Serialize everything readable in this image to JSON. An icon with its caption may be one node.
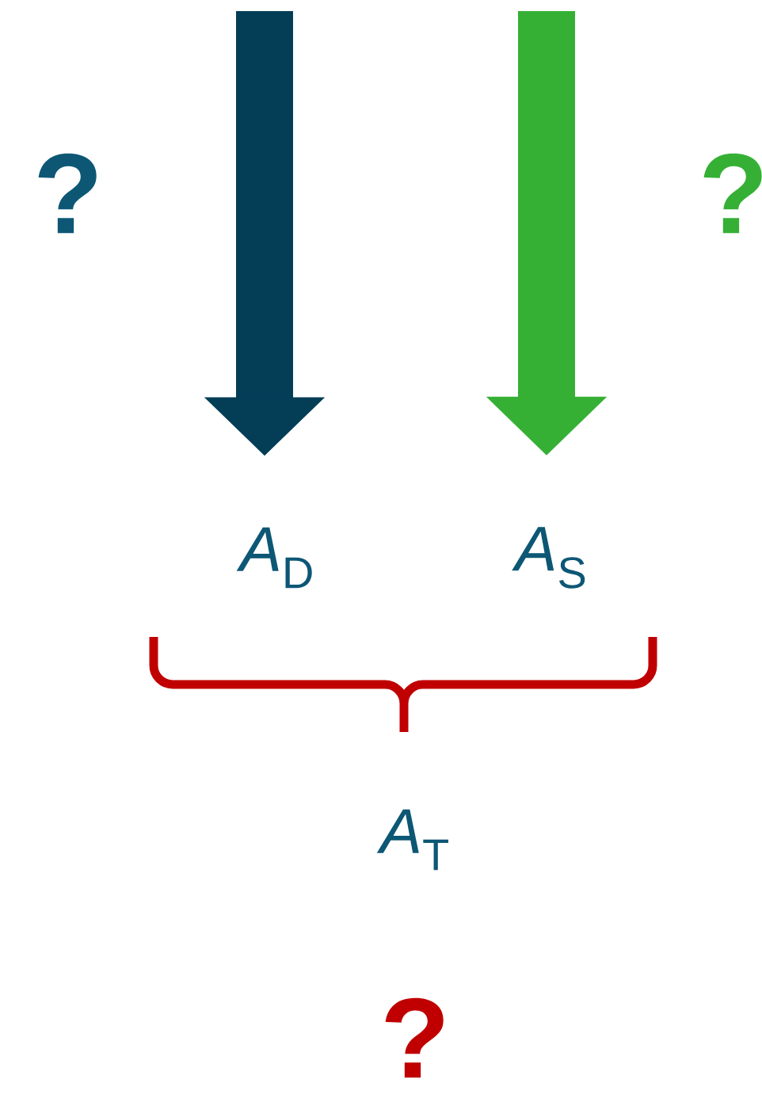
{
  "diagram": {
    "nodes": [
      {
        "text": [
          "*A*$_{D}$"
        ]
      },
      {
        "text": [
          "*A*$_{S}$"
        ]
      },
      {
        "text": [
          "*A*$_{T}$"
        ]
      }
    ],
    "edges": [
      {
        "from": null,
        "to": 0,
        "arrow": "to",
        "color": "#033d56"
      },
      {
        "from": null,
        "to": 1,
        "arrow": "to",
        "color": "#35b035"
      }
    ],
    "labels": [
      "?",
      "?",
      "?"
    ]
  }
}
